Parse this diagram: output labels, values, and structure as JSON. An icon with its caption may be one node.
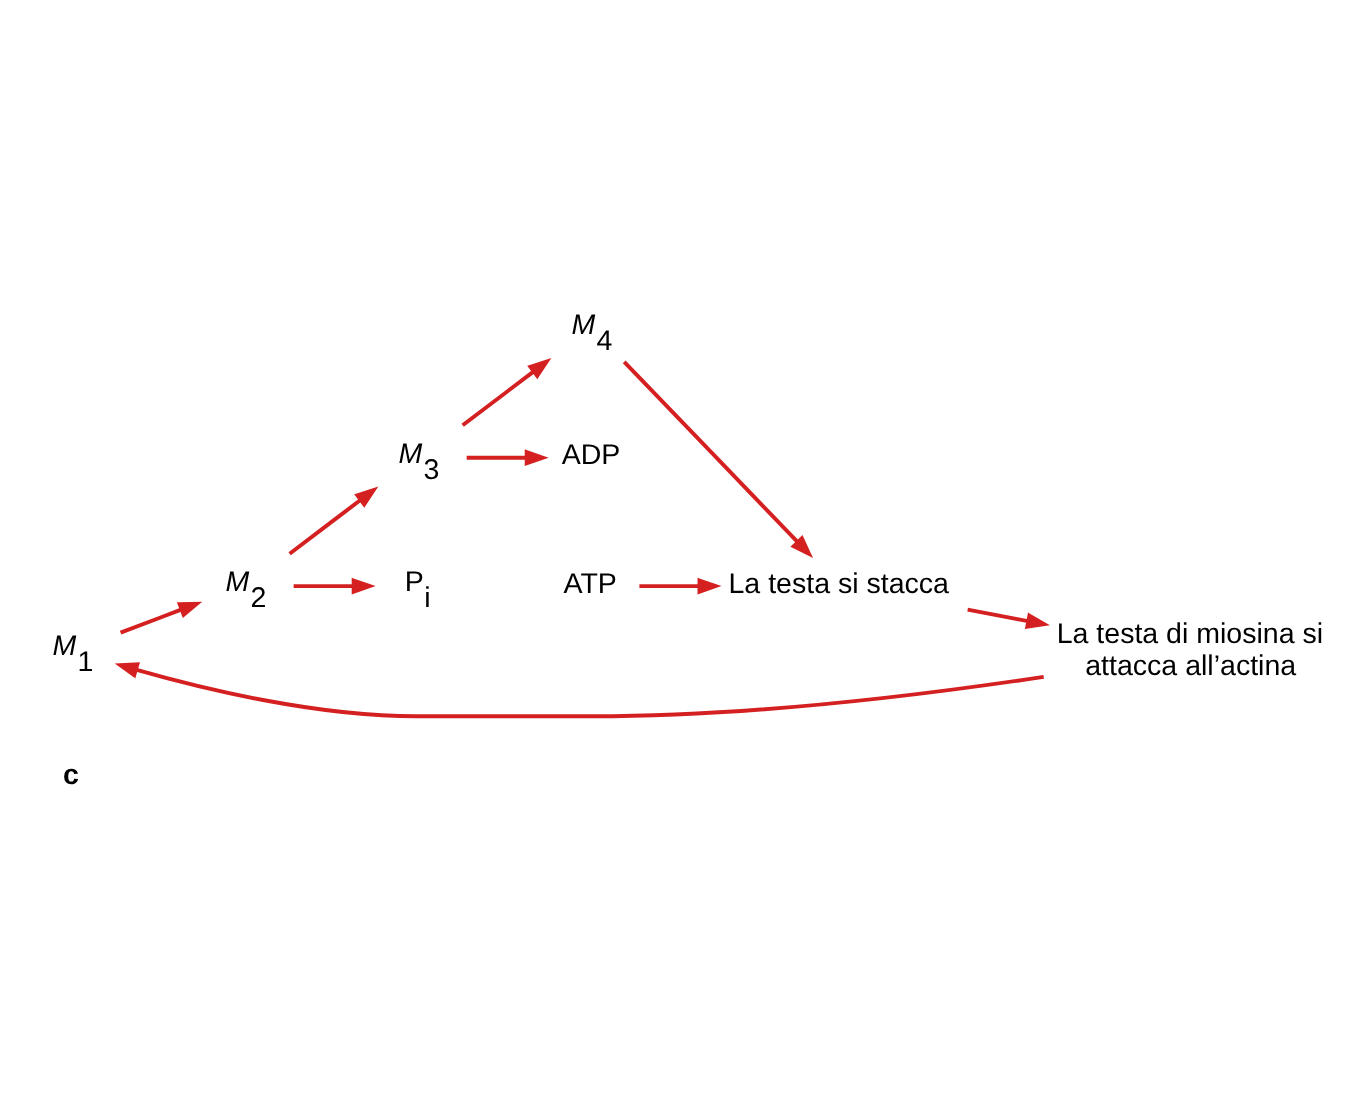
{
  "diagram": {
    "nodes": [
      {
        "text": [
          "*M*$_{1}$"
        ]
      },
      {
        "text": [
          "*M*$_{2}$"
        ]
      },
      {
        "text": [
          "*M*$_{3}$"
        ]
      },
      {
        "text": [
          "*M*$_{4}$"
        ]
      },
      {
        "text": [
          "La testa si stacca"
        ]
      },
      {
        "text": [
          "La testa di miosina si attacca all’actina"
        ]
      },
      {
        "text": [
          "P$_{i}$"
        ]
      },
      {
        "text": [
          "ADP"
        ]
      },
      {
        "text": [
          "ATP"
        ]
      }
    ],
    "edges": [
      {
        "from": 0,
        "to": 1,
        "arrow": "to"
      },
      {
        "from": 1,
        "to": 2,
        "arrow": "to"
      },
      {
        "from": 1,
        "to": 6,
        "arrow": "to"
      },
      {
        "from": 2,
        "to": 3,
        "arrow": "to"
      },
      {
        "from": 2,
        "to": 7,
        "arrow": "to"
      },
      {
        "from": 3,
        "to": 4,
        "arrow": "to"
      },
      {
        "from": 8,
        "to": 4,
        "arrow": "to"
      },
      {
        "from": 4,
        "to": 5,
        "arrow": "to"
      },
      {
        "from": 5,
        "to": 0,
        "arrow": "to"
      }
    ],
    "labels": [
      "c"
    ]
  }
}
